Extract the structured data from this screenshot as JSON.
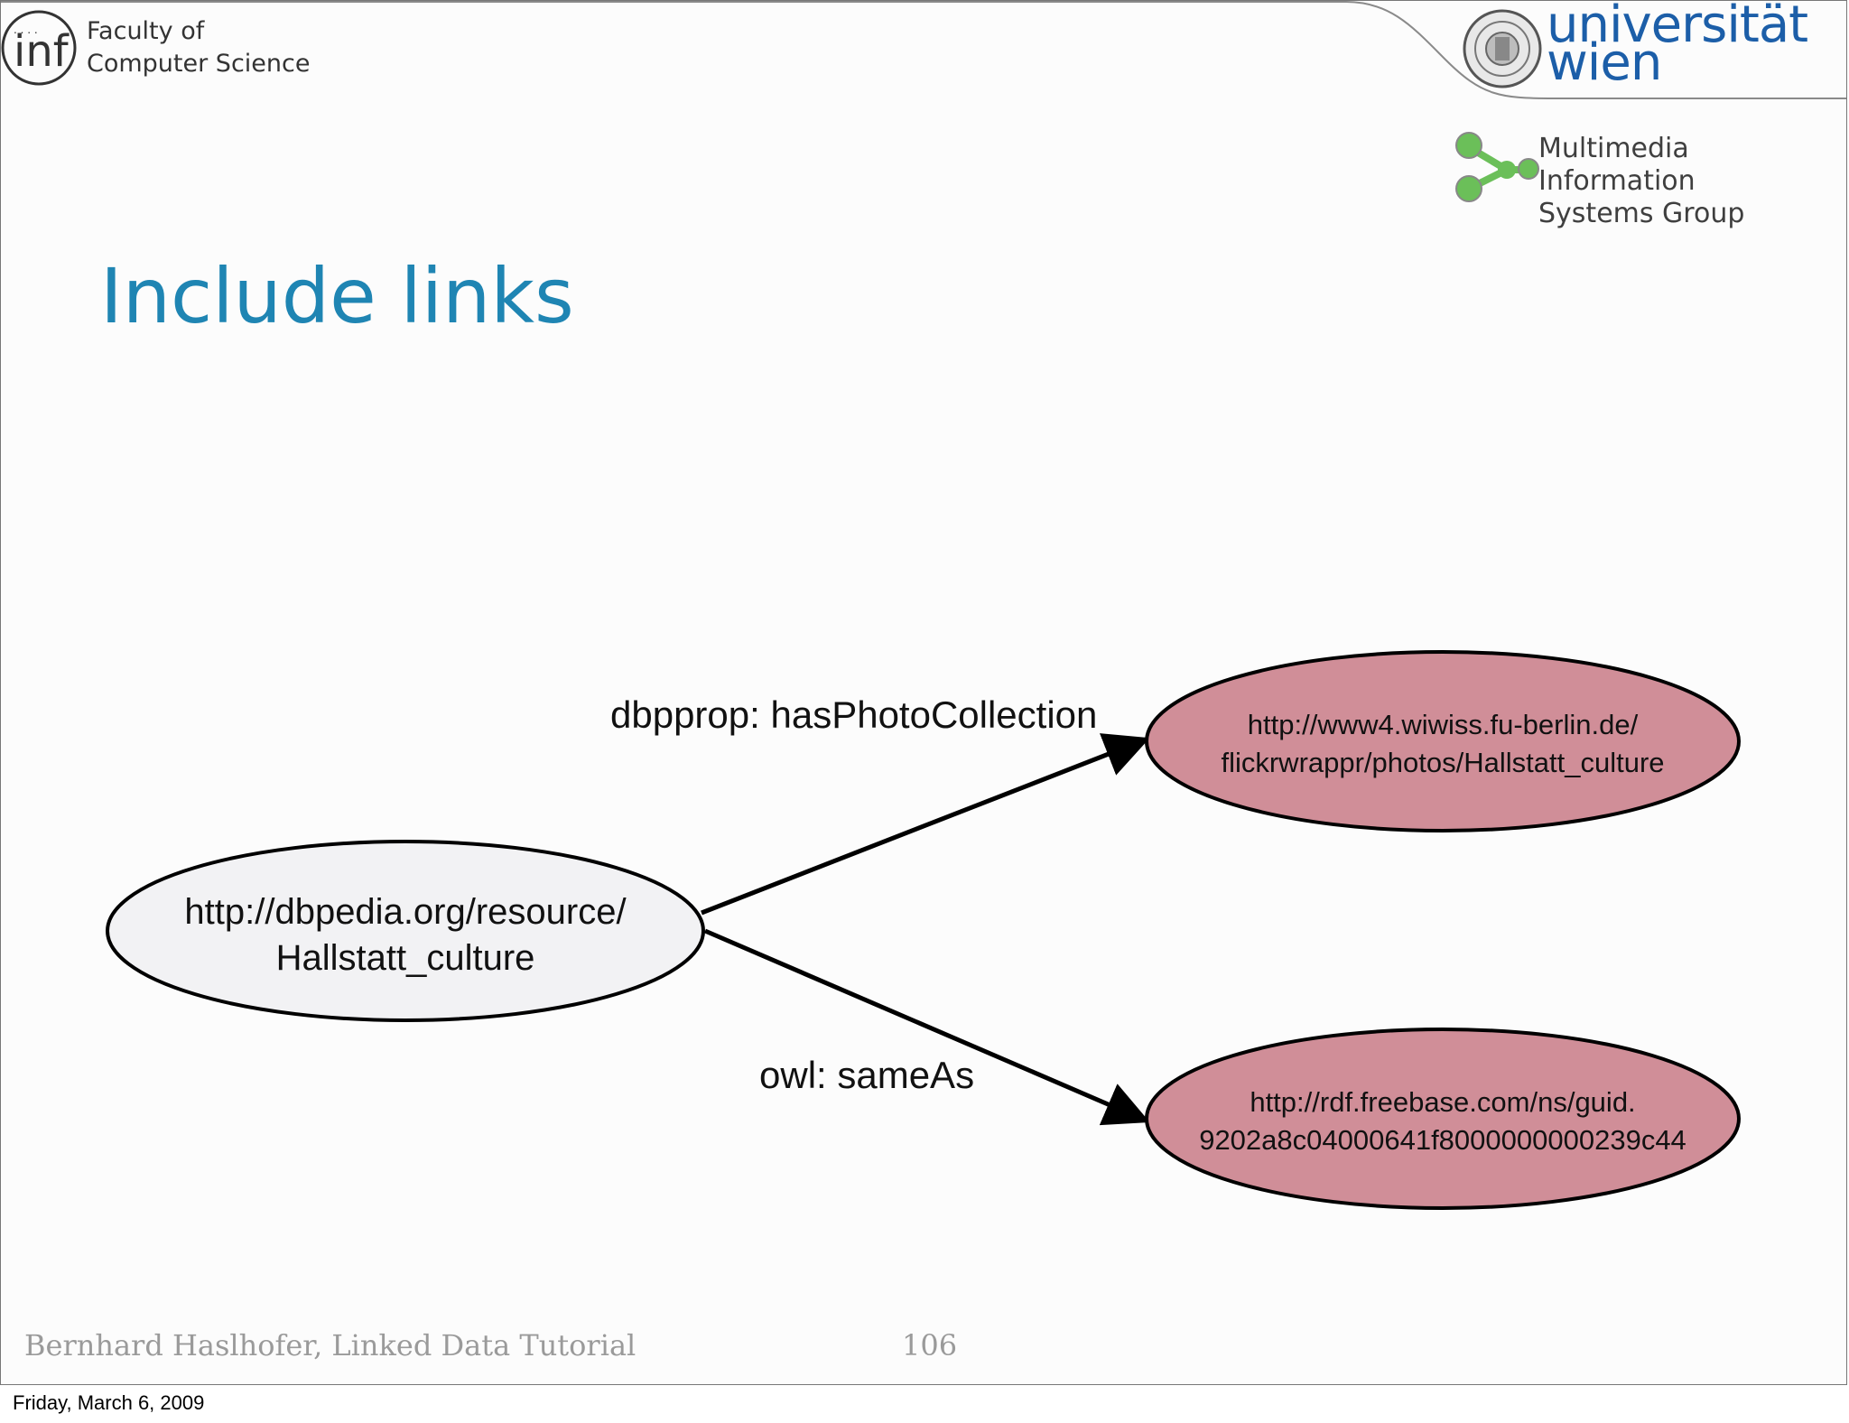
{
  "header": {
    "faculty_logo": {
      "glyph": "inf",
      "line1": "Faculty of",
      "line2": "Computer Science"
    },
    "university_logo": {
      "line1": "universität",
      "line2": "wien",
      "color": "#1c5ea8"
    },
    "group_logo": {
      "line1": "Multimedia Information",
      "line2": "Systems Group",
      "color": "#6bbf59"
    }
  },
  "title": "Include links",
  "diagram": {
    "nodes": [
      {
        "id": "source",
        "line1": "http://dbpedia.org/resource/",
        "line2": "Hallstatt_culture",
        "fill": "#f2f2f4"
      },
      {
        "id": "photos",
        "line1": "http://www4.wiwiss.fu-berlin.de/",
        "line2": "flickrwrappr/photos/Hallstatt_culture",
        "fill": "#d08e98"
      },
      {
        "id": "freebase",
        "line1": "http://rdf.freebase.com/ns/guid.",
        "line2": "9202a8c04000641f8000000000239c44",
        "fill": "#d08e98"
      }
    ],
    "edges": [
      {
        "from": "source",
        "to": "photos",
        "label": "dbpprop: hasPhotoCollection"
      },
      {
        "from": "source",
        "to": "freebase",
        "label": "owl: sameAs"
      }
    ]
  },
  "footer": {
    "author": "Bernhard Haslhofer, Linked Data Tutorial",
    "page_number": "106"
  },
  "date_stamp": "Friday, March 6, 2009"
}
